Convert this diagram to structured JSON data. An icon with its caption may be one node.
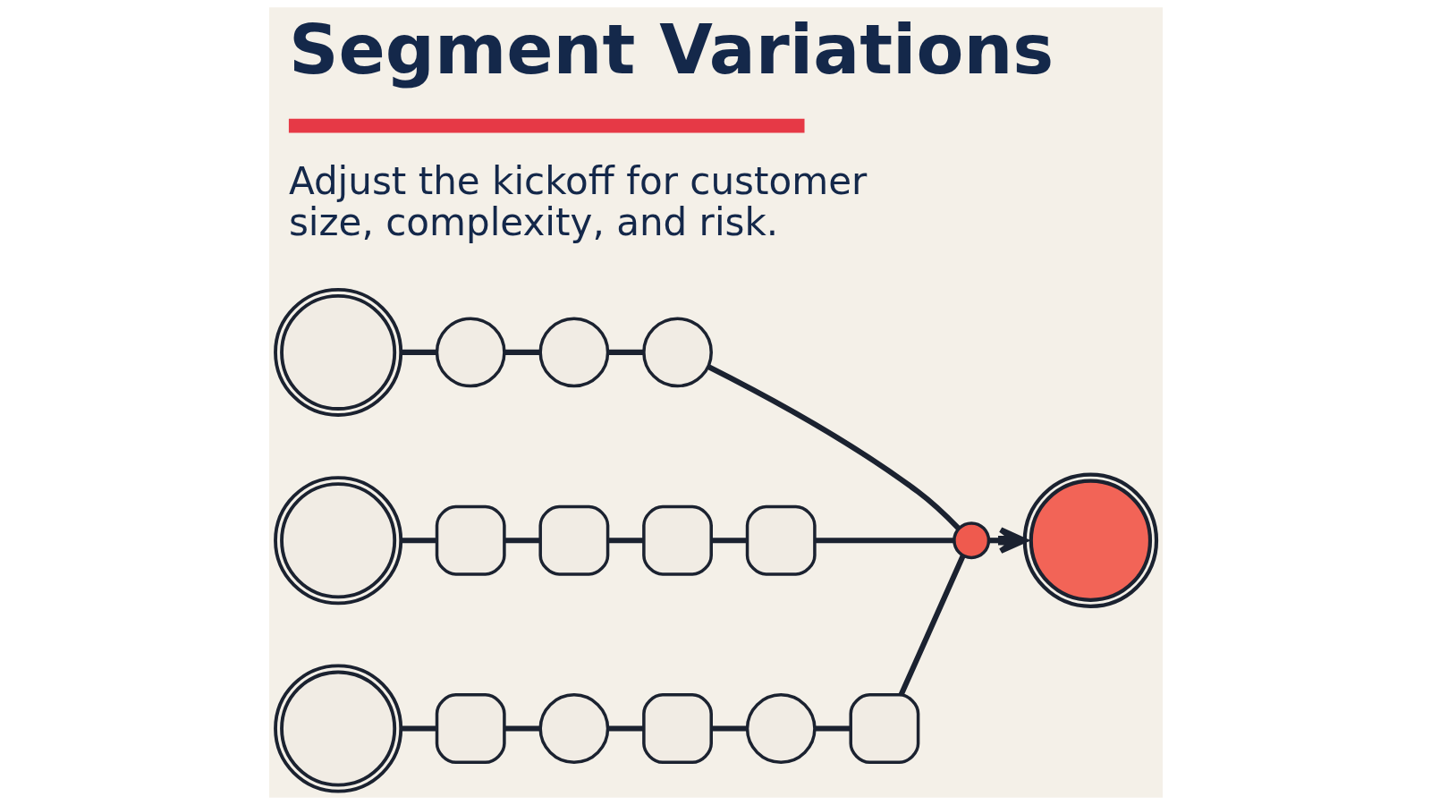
{
  "diagram": {
    "title": "Segment Variations",
    "caption": "Adjust the kickoff for customer size, complexity, and risk.",
    "nodes": [
      {
        "text": [],
        "shape": "circle"
      },
      {
        "text": [],
        "shape": "circle"
      },
      {
        "text": [],
        "shape": "circle"
      },
      {
        "text": [],
        "shape": "circle"
      },
      {
        "text": [],
        "shape": "circle"
      },
      {
        "text": [],
        "shape": "box"
      },
      {
        "text": [],
        "shape": "box"
      },
      {
        "text": [],
        "shape": "box"
      },
      {
        "text": [],
        "shape": "box"
      },
      {
        "text": [],
        "shape": "circle"
      },
      {
        "text": [],
        "shape": "box"
      },
      {
        "text": [],
        "shape": "circle"
      },
      {
        "text": [],
        "shape": "box"
      },
      {
        "text": [],
        "shape": "circle"
      },
      {
        "text": [],
        "shape": "box"
      },
      {
        "text": [],
        "shape": "circle"
      },
      {
        "text": [],
        "shape": "circle"
      }
    ],
    "edges": [
      {
        "from": 0,
        "to": 1,
        "arrow": "none"
      },
      {
        "from": 1,
        "to": 2,
        "arrow": "none"
      },
      {
        "from": 2,
        "to": 3,
        "arrow": "none"
      },
      {
        "from": 3,
        "to": 15,
        "arrow": "none"
      },
      {
        "from": 4,
        "to": 5,
        "arrow": "none"
      },
      {
        "from": 5,
        "to": 6,
        "arrow": "none"
      },
      {
        "from": 6,
        "to": 7,
        "arrow": "none"
      },
      {
        "from": 7,
        "to": 8,
        "arrow": "none"
      },
      {
        "from": 8,
        "to": 15,
        "arrow": "none"
      },
      {
        "from": 9,
        "to": 10,
        "arrow": "none"
      },
      {
        "from": 10,
        "to": 11,
        "arrow": "none"
      },
      {
        "from": 11,
        "to": 12,
        "arrow": "none"
      },
      {
        "from": 12,
        "to": 13,
        "arrow": "none"
      },
      {
        "from": 13,
        "to": 14,
        "arrow": "none"
      },
      {
        "from": 14,
        "to": 15,
        "arrow": "none"
      },
      {
        "from": 15,
        "to": 16,
        "arrow": "to"
      }
    ]
  }
}
